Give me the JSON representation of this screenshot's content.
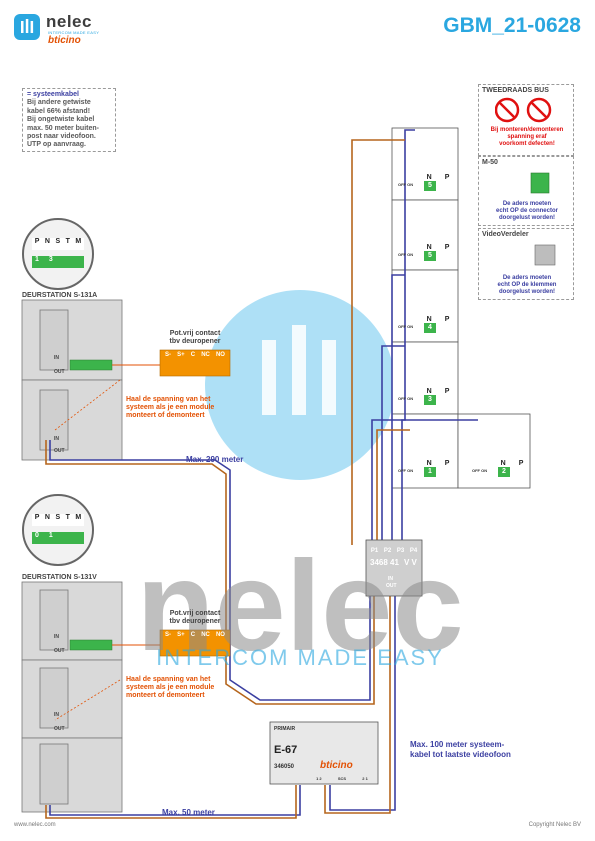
{
  "header": {
    "brand_name": "nelec",
    "brand_tagline": "INTERCOM MADE EASY",
    "partner_logo": "bticino",
    "document_id": "GBM_21-0628"
  },
  "note": {
    "legend_label": "= systeemkabel",
    "lines": [
      "Bij andere getwiste",
      "kabel 66% afstand!",
      "Bij ongetwiste kabel",
      "max. 50 meter buiten-",
      "post naar videofoon.",
      "UTP op aanvraag."
    ]
  },
  "info_panels": {
    "bus": {
      "title": "TWEEDRAADS BUS",
      "warning_lines": [
        "Bij monteren/demonteren",
        "spanning eraf",
        "voorkomt defecten!"
      ]
    },
    "m50": {
      "title": "M-50",
      "info_lines": [
        "De aders moeten",
        "echt OP de connector",
        "doorgelust worden!"
      ]
    },
    "video_splitter": {
      "title": "VideoVerdeler",
      "info_lines": [
        "De aders moeten",
        "echt OP de klemmen",
        "doorgelust worden!"
      ]
    }
  },
  "door_stations": [
    {
      "title": "DEURSTATION S-131A",
      "dip_labels": [
        "P",
        "N",
        "S",
        "T",
        "M"
      ],
      "dip_values": [
        "1",
        "3"
      ],
      "contact_title": [
        "Pot.vrij contact",
        "tbv deuropener"
      ],
      "terminals": [
        "S-",
        "S+",
        "C",
        "NC",
        "NO"
      ],
      "warning": [
        "Haal de spanning van het",
        "systeem als je een module",
        "monteert of demonteert"
      ]
    },
    {
      "title": "DEURSTATION S-131V",
      "dip_labels": [
        "P",
        "N",
        "S",
        "T",
        "M"
      ],
      "dip_values": [
        "0",
        "1"
      ],
      "contact_title": [
        "Pot.vrij contact",
        "tbv deuropener"
      ],
      "terminals": [
        "S-",
        "S+",
        "C",
        "NC",
        "NO"
      ],
      "warning": [
        "Haal de spanning van het",
        "systeem als je een module",
        "monteert of demonteert"
      ]
    }
  ],
  "monitors": {
    "np_labels": [
      "N",
      "P"
    ],
    "switch_label": "OFF ON",
    "addresses": [
      "5",
      "5",
      "4",
      "3",
      "1",
      "2"
    ]
  },
  "distributor": {
    "ports": [
      "P1",
      "P2",
      "P3",
      "P4"
    ],
    "model": "3468 41",
    "vv": "V V",
    "in_label": "IN",
    "out_label": "OUT"
  },
  "power_supply": {
    "primary_label": "PRIMAIR",
    "model": "E-67",
    "article": "346050",
    "bottom_labels": [
      "1 2",
      "SCS",
      "2 1"
    ]
  },
  "distances": {
    "max290": "Max. 290 meter",
    "max50": "Max. 50 meter",
    "max100_lines": [
      "Max. 100 meter systeem-",
      "kabel tot laatste videofoon"
    ]
  },
  "module_labels": {
    "in": "IN",
    "out": "OUT"
  },
  "footer": {
    "website": "www.nelec.com",
    "copyright": "Copyright Nelec BV"
  },
  "colors": {
    "accent_blue": "#2aa7e0",
    "cable_navy": "#3b3fa1",
    "cable_brown": "#b5651d",
    "cable_grey": "#a0a0a0",
    "warning_orange": "#e35205",
    "warning_red": "#e01010",
    "terminal_green": "#3cb44b",
    "watermark_grey": "#8a8a8a"
  }
}
